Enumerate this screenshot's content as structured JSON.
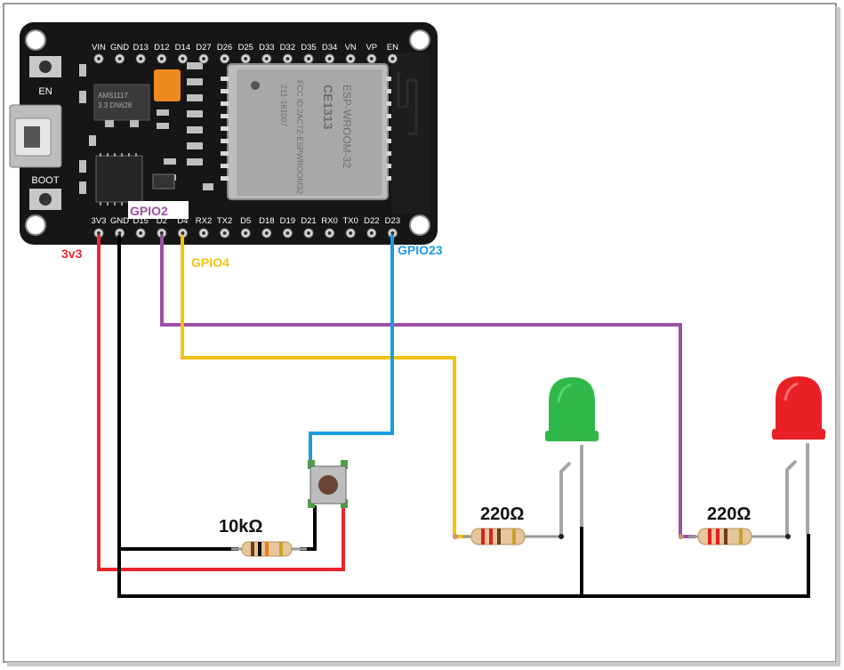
{
  "board": {
    "top_pins": [
      "VIN",
      "GND",
      "D13",
      "D12",
      "D14",
      "D27",
      "D26",
      "D25",
      "D33",
      "D32",
      "D35",
      "D34",
      "VN",
      "VP",
      "EN"
    ],
    "bottom_pins": [
      "3V3",
      "GND",
      "D15",
      "D2",
      "D4",
      "RX2",
      "TX2",
      "D5",
      "D18",
      "D19",
      "D21",
      "RX0",
      "TX0",
      "D22",
      "D23"
    ],
    "en_button": "EN",
    "boot_button": "BOOT",
    "regulator_text": [
      "AMS1117",
      "3.3 DN628"
    ],
    "module_text": [
      "ESP-WROOM-32",
      "CE1313",
      "FCC ID:2AC7Z-ESPWROOM32",
      "211-161007"
    ]
  },
  "annotations": {
    "v3": "3v3",
    "gpio2": "GPIO2",
    "gpio4": "GPIO4",
    "gpio23": "GPIO23"
  },
  "components": {
    "r_pulldown": "10kΩ",
    "r_green": "220Ω",
    "r_red": "220Ω"
  },
  "colors": {
    "v3": "#e8262c",
    "gnd": "#000000",
    "gpio2": "#9b4fa5",
    "gpio4": "#f5c211",
    "gpio23": "#1b9be0",
    "led_green": "#2fb84a",
    "led_red": "#e92127"
  }
}
